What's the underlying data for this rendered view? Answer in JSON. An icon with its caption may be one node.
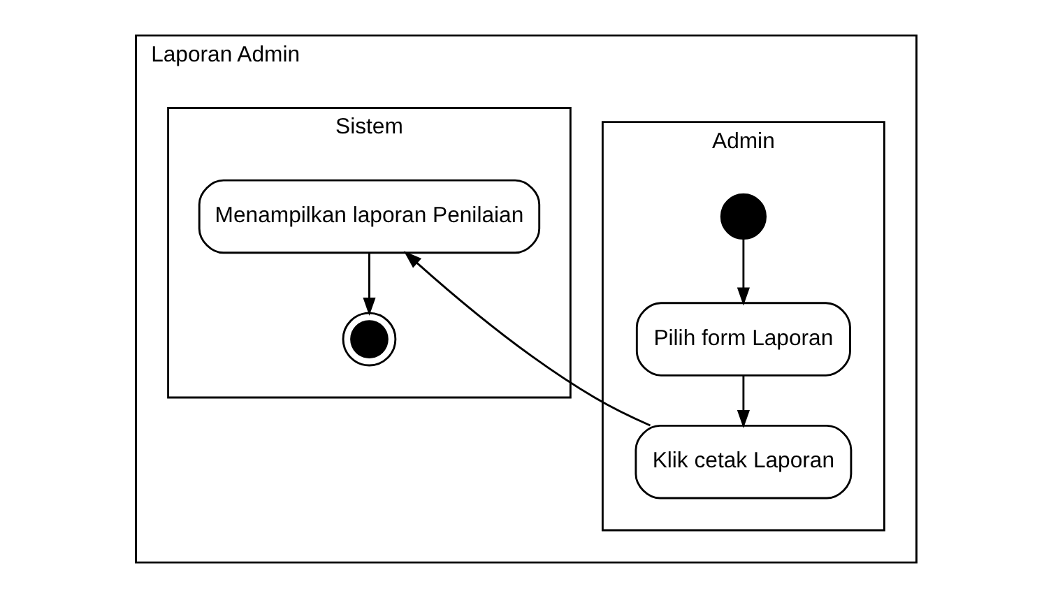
{
  "diagram": {
    "nodes": [
      {
        "text": [
          "Laporan Admin"
        ]
      },
      {
        "text": [
          "Admin"
        ],
        "in": 0
      },
      {
        "text": [
          "Sistem"
        ],
        "in": 0
      },
      {
        "text": [],
        "shape": "circle",
        "in": 1
      },
      {
        "text": [
          "Pilih form Laporan"
        ],
        "in": 1
      },
      {
        "text": [
          "Klik cetak Laporan"
        ],
        "in": 1
      },
      {
        "text": [
          "Menampilkan laporan Penilaian"
        ],
        "in": 2
      },
      {
        "text": [],
        "shape": "bullseye",
        "in": 2
      }
    ],
    "edges": [
      {
        "from": 3,
        "to": 4,
        "arrow": "to"
      },
      {
        "from": 4,
        "to": 5,
        "arrow": "to"
      },
      {
        "from": 5,
        "to": 6,
        "arrow": "to"
      },
      {
        "from": 6,
        "to": 7,
        "arrow": "to"
      }
    ]
  }
}
